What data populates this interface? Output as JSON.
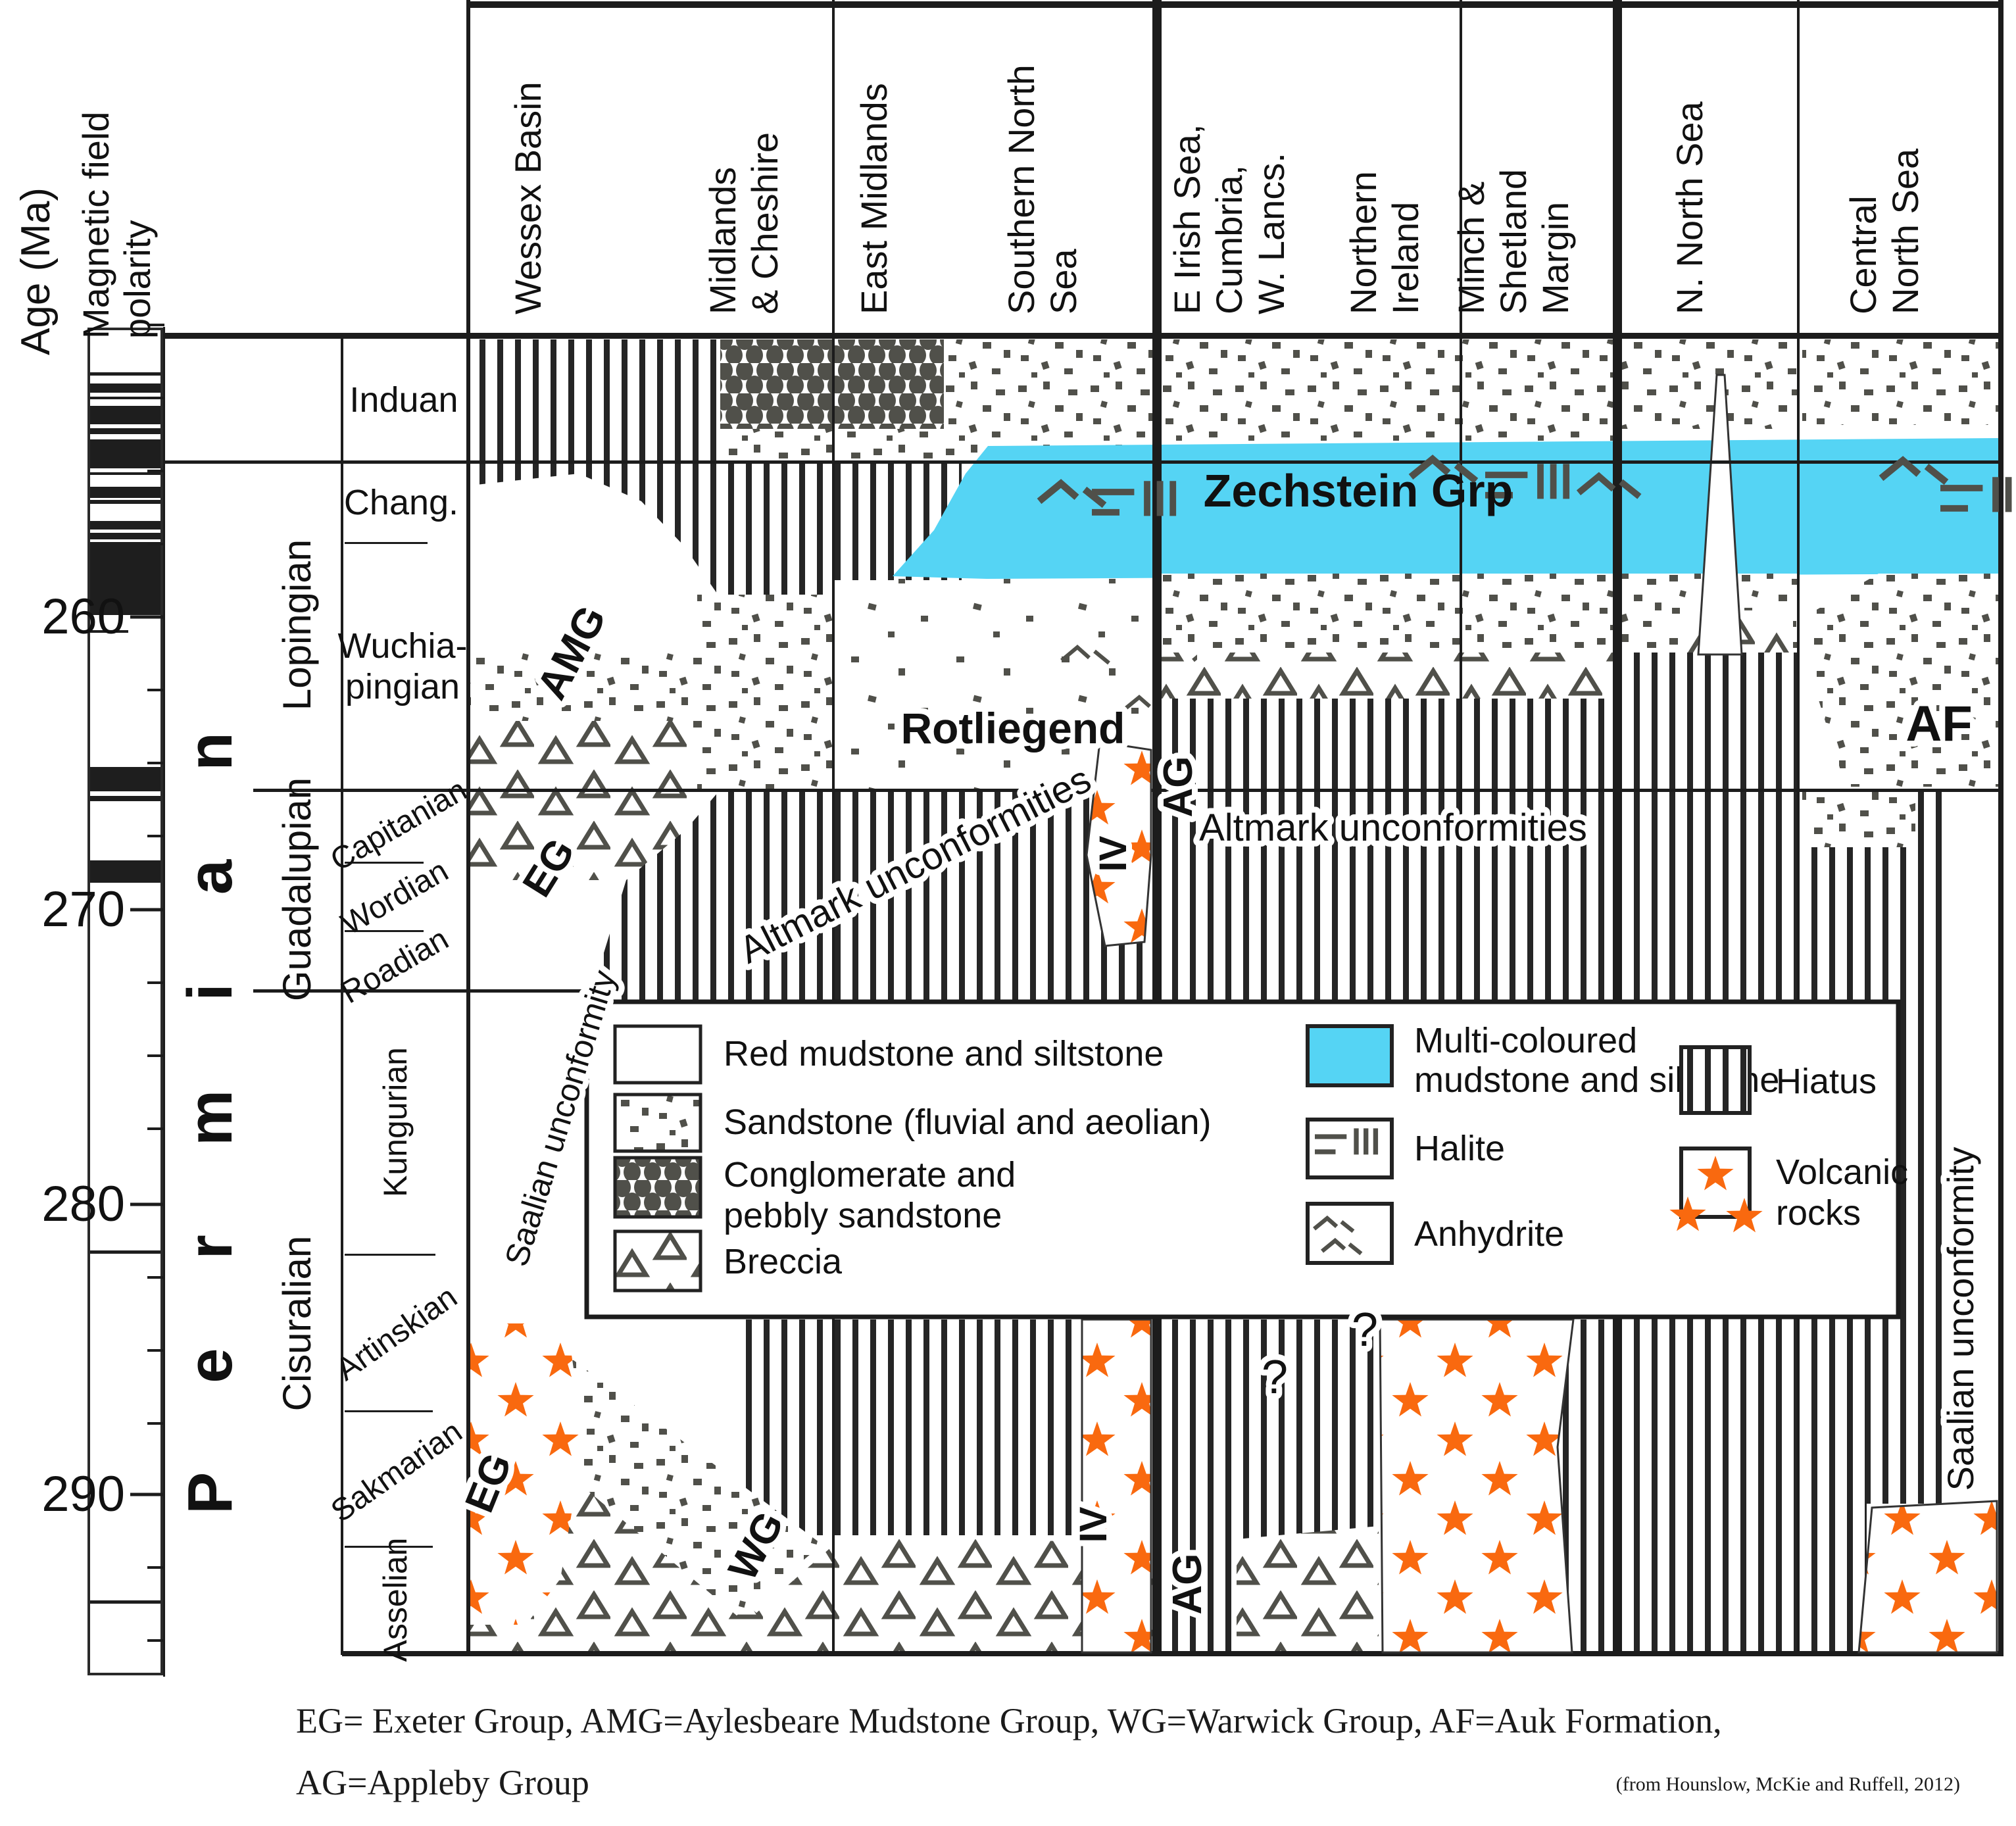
{
  "colors": {
    "cyan": "#55d4f4",
    "volcanic_orange": "#f9690f",
    "pattern_ink": "#50504a",
    "line_ink": "#1c1c1c"
  },
  "axis": {
    "title": "Age (Ma)",
    "tick_260": "260",
    "tick_270": "270",
    "tick_280": "280",
    "tick_290": "290",
    "tick_ages_ma": [
      260,
      270,
      280,
      290
    ]
  },
  "polarity": {
    "header_line1": "Magnetic field",
    "header_line2": "polarity"
  },
  "chrono": {
    "period": "Permian",
    "epoch_lopingian": "Lopingian",
    "epoch_guadalupian": "Guadalupian",
    "epoch_cisuralian": "Cisuralian",
    "stage_induan": "Induan",
    "stage_chang": "Chang.",
    "stage_wuchia_1": "Wuchia-",
    "stage_wuchia_2": "pingian",
    "stage_capitanian": "Capitanian",
    "stage_wordian": "Wordian",
    "stage_roadian": "Roadian",
    "stage_kungurian": "Kungurian",
    "stage_artinskian": "Artinskian",
    "stage_sakmarian": "Sakmarian",
    "stage_asselian": "Asselian"
  },
  "basins": {
    "wessex": "Wessex Basin",
    "midlands_1": "Midlands",
    "midlands_2": "& Cheshire",
    "east_midlands": "East Midlands",
    "sns_1": "Southern North",
    "sns_2": "Sea",
    "eis_1": "E Irish Sea,",
    "eis_2": "Cumbria,",
    "eis_3": "W. Lancs.",
    "ni_1": "Northern",
    "ni_2": "Ireland",
    "minch_1": "Minch &",
    "minch_2": "Shetland",
    "minch_3": "Margin",
    "nns": "N. North Sea",
    "cns_1": "Central",
    "cns_2": "North Sea"
  },
  "units": {
    "amg": "AMG",
    "eg_upper": "EG",
    "eg_lower": "EG",
    "wg": "WG",
    "ag_upper": "AG",
    "ag_lower": "AG",
    "iv_upper": "IV",
    "iv_lower": "IV",
    "af": "AF",
    "zechstein": "Zechstein Grp",
    "rotliegend": "Rotliegend"
  },
  "annotations": {
    "altmark_diagonal": "Altmark unconformities",
    "altmark_horizontal": "Altmark unconformities",
    "saalian_wessex": "Saalian unconformity",
    "saalian_cns": "Saalian unconformity",
    "question_1": "?",
    "question_2": "?"
  },
  "legend": {
    "red_mudstone": "Red mudstone and siltstone",
    "sandstone": "Sandstone (fluvial and aeolian)",
    "conglomerate_1": "Conglomerate and",
    "conglomerate_2": "pebbly sandstone",
    "breccia": "Breccia",
    "multicoloured_1": "Multi-coloured",
    "multicoloured_2": "mudstone and siltstone",
    "halite": "Halite",
    "anhydrite": "Anhydrite",
    "hiatus": "Hiatus",
    "volcanic_1": "Volcanic",
    "volcanic_2": "rocks"
  },
  "caption": {
    "line1": "EG= Exeter Group, AMG=Aylesbeare Mudstone Group, WG=Warwick Group, AF=Auk Formation,",
    "line2": "AG=Appleby Group",
    "credit": "(from Hounslow, McKie and Ruffell, 2012)"
  }
}
